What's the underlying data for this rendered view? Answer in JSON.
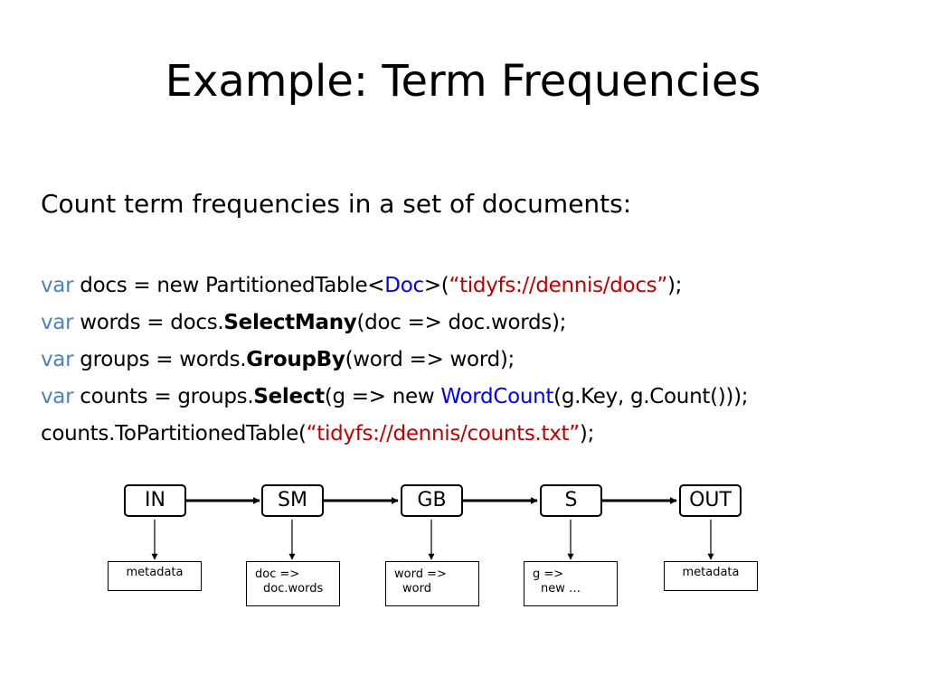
{
  "slide": {
    "title": "Example: Term Frequencies",
    "intro": "Count term frequencies in a set of documents:"
  },
  "code": {
    "line1": {
      "kw": "var",
      "a": " docs = new PartitionedTable<",
      "type": "Doc",
      "b": ">(",
      "str": "“tidyfs://dennis/docs”",
      "c": ");"
    },
    "line2": {
      "kw": "var",
      "a": " words = docs.",
      "method": "SelectMany",
      "b": "(doc => doc.words);"
    },
    "line3": {
      "kw": "var",
      "a": " groups = words.",
      "method": "GroupBy",
      "b": "(word => word);"
    },
    "line4": {
      "kw": "var",
      "a": " counts = groups.",
      "method": "Select",
      "b": "(g => new ",
      "type": "WordCount",
      "c": "(g.Key, g.Count()));"
    },
    "line5": {
      "a": "counts.ToPartitionedTable(",
      "str": "“tidyfs://dennis/counts.txt”",
      "b": ");"
    }
  },
  "pipeline": {
    "stages": [
      "IN",
      "SM",
      "GB",
      "S",
      "OUT"
    ],
    "details": [
      {
        "line1": "metadata",
        "line2": ""
      },
      {
        "line1": "doc =>",
        "line2": "doc.words"
      },
      {
        "line1": "word =>",
        "line2": "word"
      },
      {
        "line1": "g =>",
        "line2": "new …"
      },
      {
        "line1": "metadata",
        "line2": ""
      }
    ]
  },
  "colors": {
    "keyword": "#4f81bd",
    "type": "#0000ff",
    "string": "#c00000"
  }
}
